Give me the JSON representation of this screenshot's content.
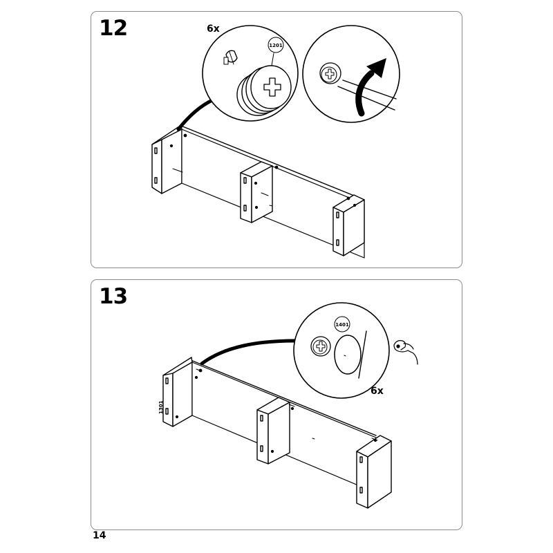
{
  "page_number": "14",
  "steps": [
    {
      "number": "12",
      "quantity": "6x",
      "part_label": "1201"
    },
    {
      "number": "13",
      "quantity": "6x",
      "part_label": "1401",
      "side_label": "1301"
    }
  ]
}
